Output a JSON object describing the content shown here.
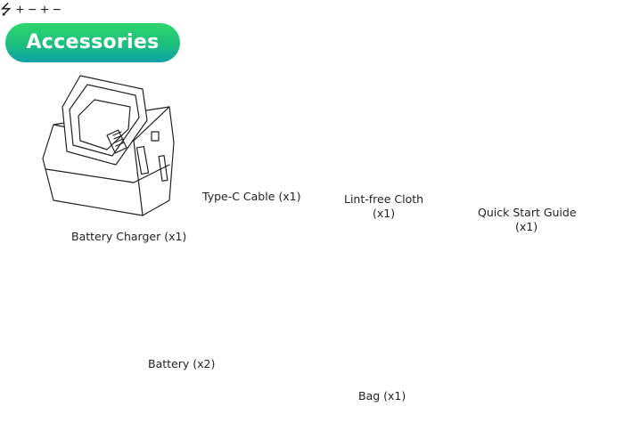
{
  "header": {
    "title": "Accessories"
  },
  "colors": {
    "badge_top": "#2fd66a",
    "badge_bottom": "#0f9fa7",
    "badge_text": "#ffffff",
    "line_art": "#222222"
  },
  "items": [
    {
      "id": "battery-charger",
      "name": "Battery Charger",
      "qty": "(x1)",
      "label": "Battery Charger  (x1)"
    },
    {
      "id": "type-c-cable",
      "name": "Type-C Cable",
      "qty": "(x1)",
      "label": "Type-C Cable (x1)"
    },
    {
      "id": "lint-free-cloth",
      "name": "Lint-free Cloth",
      "qty": "(x1)",
      "label_line1": "Lint-free Cloth",
      "label_line2": "(x1)"
    },
    {
      "id": "quick-start-guide",
      "name": "Quick Start Guide",
      "qty": "(x1)",
      "label_line1": "Quick Start Guide",
      "label_line2": "(x1)"
    },
    {
      "id": "battery",
      "name": "Battery",
      "qty": "(x2)",
      "label": "Battery  (x2)"
    },
    {
      "id": "bag",
      "name": "Bag",
      "qty": "(x1)",
      "label": "Bag (x1)"
    }
  ]
}
